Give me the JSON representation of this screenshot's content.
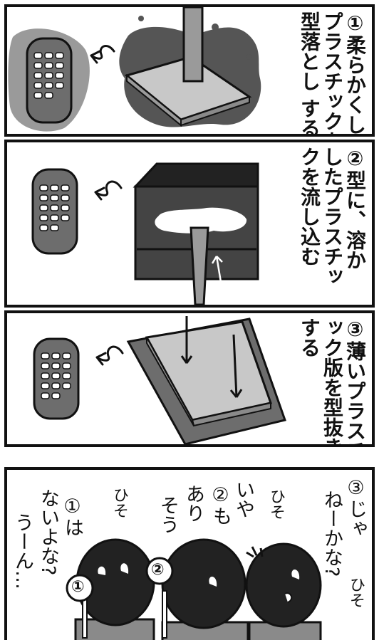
{
  "panels": [
    {
      "num": "①",
      "lines": [
        "柔らかくした",
        "プラスチックを",
        "型落とし する"
      ]
    },
    {
      "num": "②",
      "lines": [
        "型に、溶か",
        "したプラスチッ",
        "クを流し込む"
      ]
    },
    {
      "num": "③",
      "lines": [
        "薄いプラスチ",
        "ック版を型抜き",
        "する"
      ]
    }
  ],
  "bottom_panel": {
    "whispers": [
      "③じゃ",
      "ねーかな?",
      "ひそ",
      "いや",
      "②も",
      "あり",
      "そう",
      "ひそ",
      "①は",
      "ないよな?",
      "うーん…",
      "ひそ"
    ],
    "paddles": [
      "①",
      "②"
    ]
  },
  "colors": {
    "ink": "#111111",
    "dark_tone": "#555555",
    "mid_tone": "#9a9a9a",
    "light_tone": "#c8c8c8"
  }
}
